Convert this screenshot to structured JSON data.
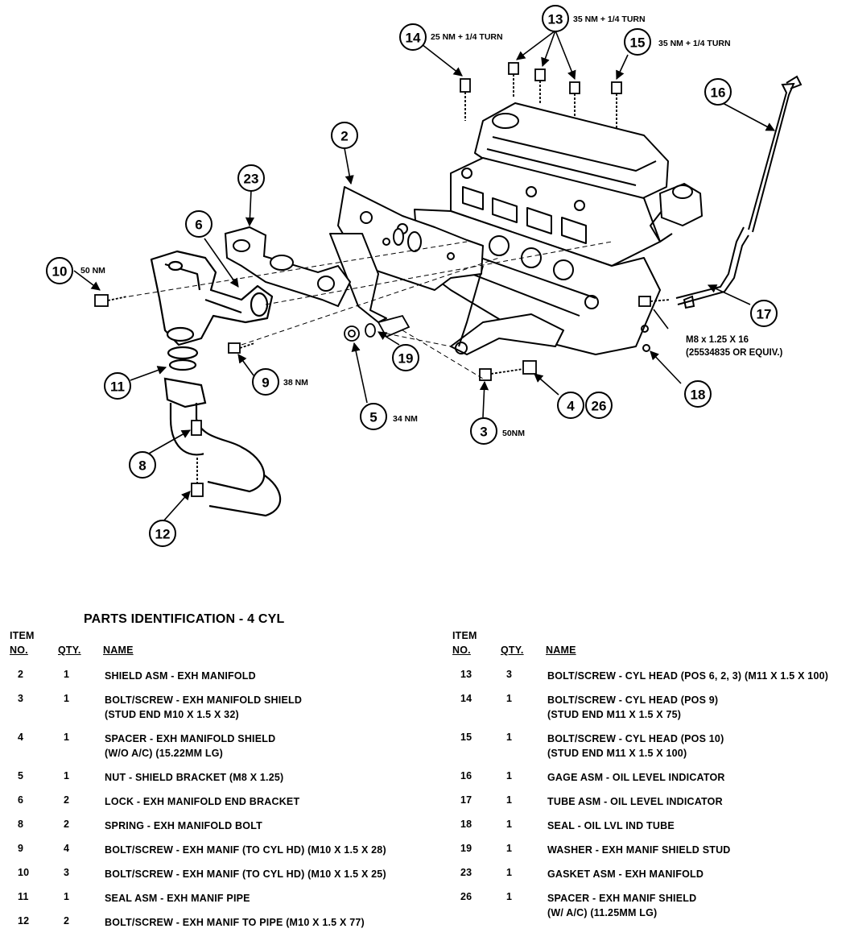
{
  "callouts": {
    "c2": "2",
    "c3": "3",
    "c4": "4",
    "c5": "5",
    "c6": "6",
    "c8": "8",
    "c9": "9",
    "c10": "10",
    "c11": "11",
    "c12": "12",
    "c13": "13",
    "c14": "14",
    "c15": "15",
    "c16": "16",
    "c17": "17",
    "c18": "18",
    "c19": "19",
    "c23": "23",
    "c26": "26"
  },
  "specs": {
    "s14": "25 NM + 1/4 TURN",
    "s13": "35 NM + 1/4 TURN",
    "s15": "35 NM + 1/4 TURN",
    "s10": "50 NM",
    "s9": "38 NM",
    "s5": "34 NM",
    "s3": "50NM",
    "s18_line1": "M8 x 1.25 X 16",
    "s18_line2": "(25534835  OR  EQUIV.)"
  },
  "parts_table": {
    "title": "PARTS IDENTIFICATION - 4 CYL",
    "headers": {
      "item_top": "ITEM",
      "item_no": "NO.",
      "qty": "QTY.",
      "name": "NAME"
    },
    "left_rows": [
      {
        "no": "2",
        "qty": "1",
        "name": [
          "SHIELD ASM - EXH MANIFOLD"
        ]
      },
      {
        "no": "3",
        "qty": "1",
        "name": [
          "BOLT/SCREW - EXH MANIFOLD SHIELD",
          "(STUD END M10 X 1.5 X 32)"
        ]
      },
      {
        "no": "4",
        "qty": "1",
        "name": [
          "SPACER - EXH MANIFOLD SHIELD",
          "(W/O A/C)  (15.22MM LG)"
        ]
      },
      {
        "no": "5",
        "qty": "1",
        "name": [
          "NUT - SHIELD BRACKET (M8 X 1.25)"
        ]
      },
      {
        "no": "6",
        "qty": "2",
        "name": [
          "LOCK - EXH MANIFOLD END BRACKET"
        ]
      },
      {
        "no": "8",
        "qty": "2",
        "name": [
          "SPRING - EXH MANIFOLD BOLT"
        ]
      },
      {
        "no": "9",
        "qty": "4",
        "name": [
          "BOLT/SCREW - EXH MANIF (TO CYL HD) (M10 X 1.5 X 28)"
        ]
      },
      {
        "no": "10",
        "qty": "3",
        "name": [
          "BOLT/SCREW - EXH MANIF (TO CYL HD) (M10 X 1.5 X 25)"
        ]
      },
      {
        "no": "11",
        "qty": "1",
        "name": [
          "SEAL ASM - EXH MANIF PIPE"
        ]
      },
      {
        "no": "12",
        "qty": "2",
        "name": [
          "BOLT/SCREW - EXH MANIF TO PIPE (M10 X 1.5 X 77)"
        ]
      }
    ],
    "right_rows": [
      {
        "no": "13",
        "qty": "3",
        "name": [
          "BOLT/SCREW - CYL HEAD (POS 6, 2, 3) (M11 X 1.5 X 100)"
        ]
      },
      {
        "no": "14",
        "qty": "1",
        "name": [
          "BOLT/SCREW - CYL HEAD (POS 9)",
          "(STUD END M11 X 1.5 X 75)"
        ]
      },
      {
        "no": "15",
        "qty": "1",
        "name": [
          "BOLT/SCREW - CYL HEAD (POS 10)",
          "(STUD END M11 X 1.5 X 100)"
        ]
      },
      {
        "no": "16",
        "qty": "1",
        "name": [
          "GAGE ASM - OIL LEVEL INDICATOR"
        ]
      },
      {
        "no": "17",
        "qty": "1",
        "name": [
          "TUBE ASM - OIL LEVEL INDICATOR"
        ]
      },
      {
        "no": "18",
        "qty": "1",
        "name": [
          "SEAL - OIL LVL IND TUBE"
        ]
      },
      {
        "no": "19",
        "qty": "1",
        "name": [
          "WASHER - EXH MANIF SHIELD STUD"
        ]
      },
      {
        "no": "23",
        "qty": "1",
        "name": [
          "GASKET ASM - EXH MANIFOLD"
        ]
      },
      {
        "no": "26",
        "qty": "1",
        "name": [
          "SPACER - EXH MANIF SHIELD",
          "(W/ A/C) (11.25MM LG)"
        ]
      }
    ]
  }
}
